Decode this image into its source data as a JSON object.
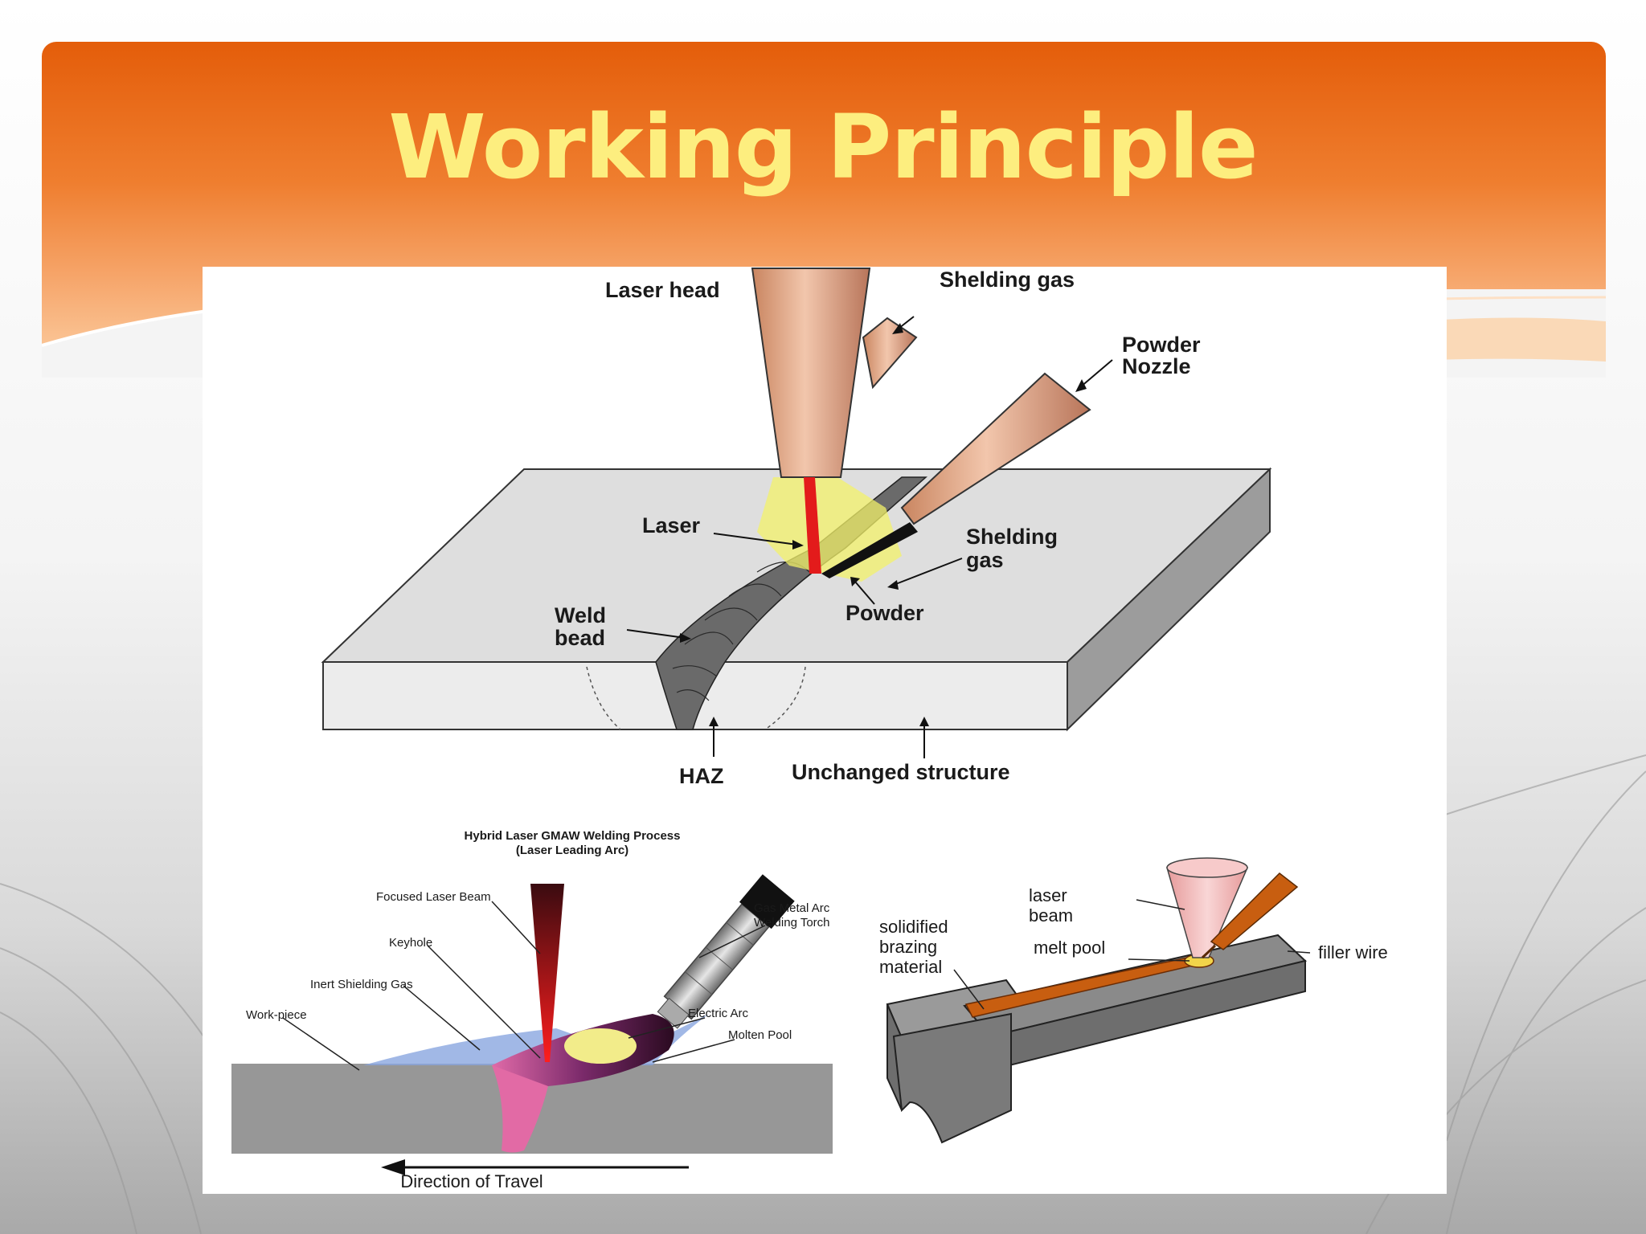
{
  "slide": {
    "title": "Working Principle"
  },
  "top_diagram": {
    "labels": {
      "laser_head": "Laser head",
      "shielding_gas_top": "Shelding gas",
      "powder_nozzle_1": "Powder",
      "powder_nozzle_2": "Nozzle",
      "laser": "Laser",
      "shielding_gas_side_1": "Shelding",
      "shielding_gas_side_2": "gas",
      "weld_bead_1": "Weld",
      "weld_bead_2": "bead",
      "powder": "Powder",
      "haz": "HAZ",
      "unchanged_structure": "Unchanged structure"
    }
  },
  "hybrid_diagram": {
    "title_1": "Hybrid Laser GMAW Welding Process",
    "title_2": "(Laser Leading Arc)",
    "labels": {
      "focused_laser_beam": "Focused Laser Beam",
      "keyhole": "Keyhole",
      "inert_shielding_gas": "Inert Shielding Gas",
      "work_piece": "Work-piece",
      "gma_torch_1": "Gas Metal Arc",
      "gma_torch_2": "Welding Torch",
      "electric_arc": "Electric Arc",
      "molten_pool": "Molten Pool",
      "direction": "Direction of Travel"
    }
  },
  "brazing_diagram": {
    "labels": {
      "laser_beam_1": "laser",
      "laser_beam_2": "beam",
      "solidified_1": "solidified",
      "solidified_2": "brazing",
      "solidified_3": "material",
      "melt_pool": "melt pool",
      "filler_wire": "filler wire"
    }
  },
  "colors": {
    "title_band": "#e45d0a",
    "title_text": "#fdee7f",
    "plate": "#d9d9d9",
    "nozzle": "#d99a78",
    "laser": "#e31b1b",
    "gas_glow": "#f3f26a",
    "filler_wire": "#c85e10"
  }
}
